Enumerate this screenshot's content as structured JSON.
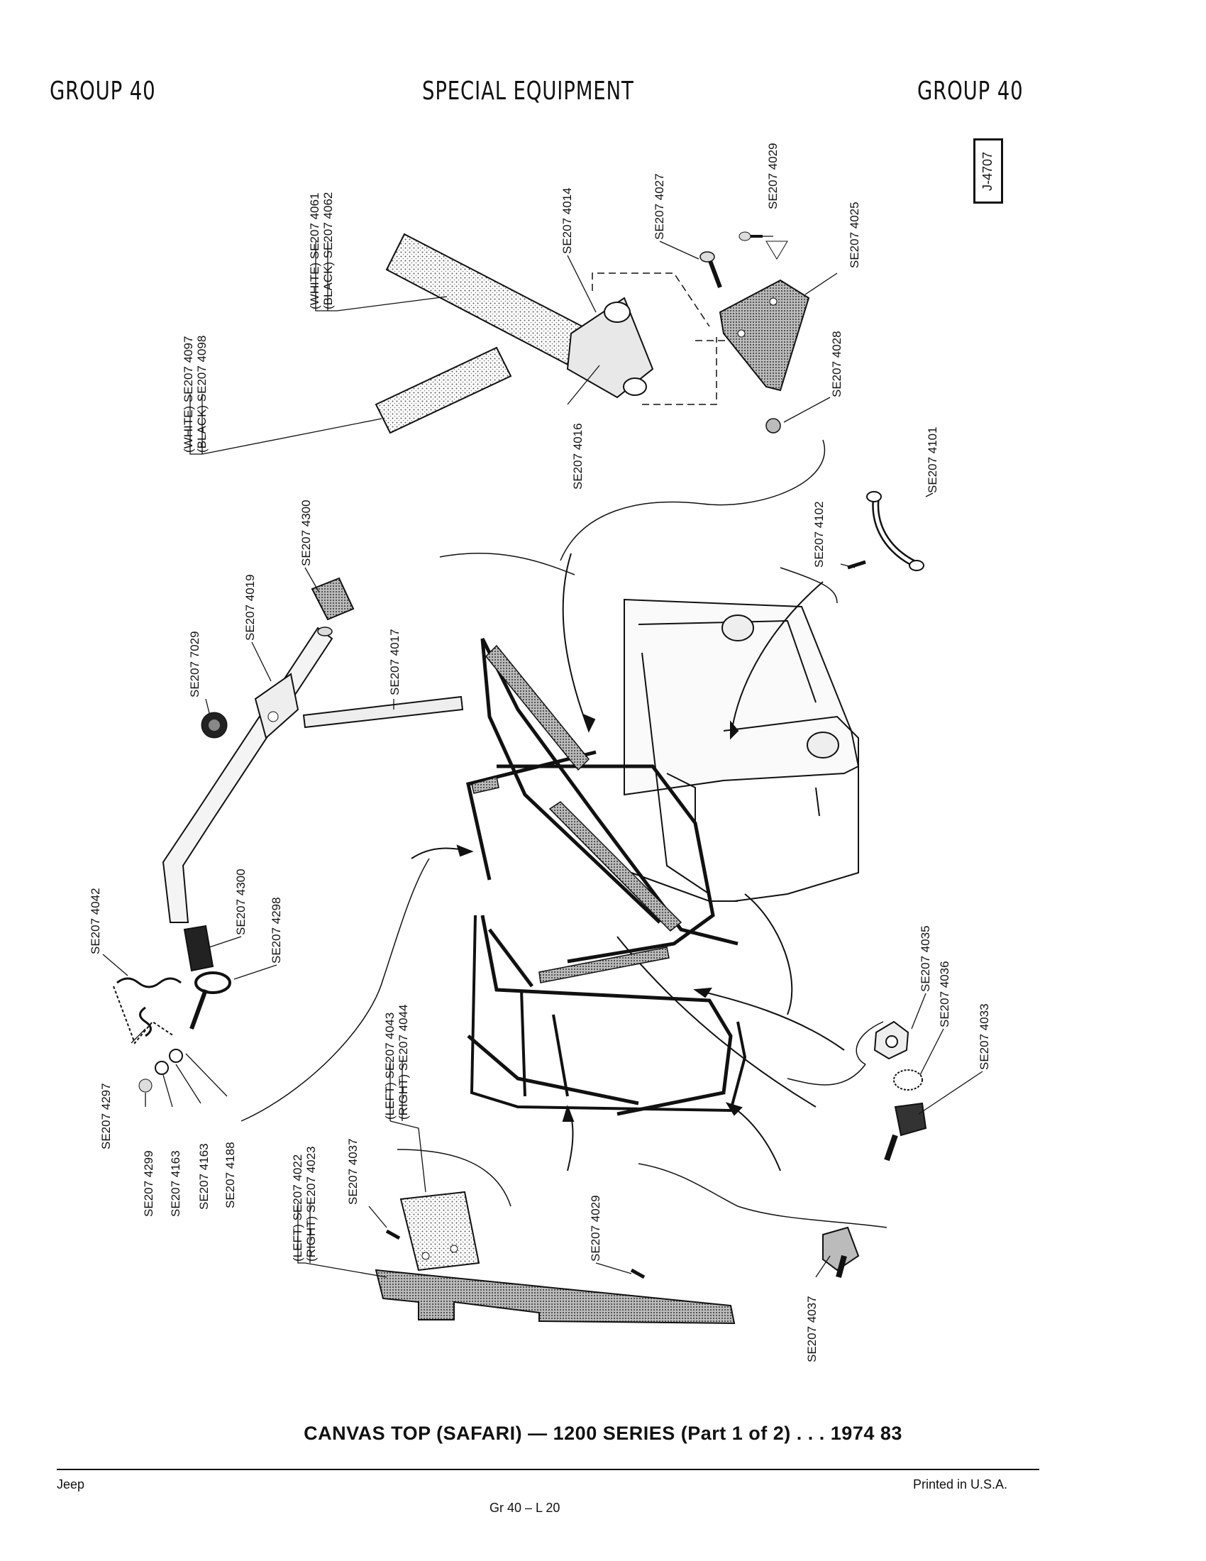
{
  "header": {
    "left": "GROUP 40",
    "center": "SPECIAL EQUIPMENT",
    "right": "GROUP 40"
  },
  "figure_number": "J-4707",
  "callouts": [
    {
      "id": "c1",
      "text": "(WHITE) SE207 4097"
    },
    {
      "id": "c2",
      "text": "(BLACK) SE207 4098"
    },
    {
      "id": "c3",
      "text": "(WHITE) SE207 4061"
    },
    {
      "id": "c4",
      "text": "(BLACK) SE207 4062"
    },
    {
      "id": "c5",
      "text": "SE207 4014"
    },
    {
      "id": "c6",
      "text": "SE207 4027"
    },
    {
      "id": "c7",
      "text": "SE207 4029"
    },
    {
      "id": "c8",
      "text": "SE207 4025"
    },
    {
      "id": "c9",
      "text": "SE207 4028"
    },
    {
      "id": "c10",
      "text": "SE207 4016"
    },
    {
      "id": "c11",
      "text": "SE207 4101"
    },
    {
      "id": "c12",
      "text": "SE207 4102"
    },
    {
      "id": "c13",
      "text": "SE207 4300"
    },
    {
      "id": "c14",
      "text": "SE207 4019"
    },
    {
      "id": "c15",
      "text": "SE207 7029"
    },
    {
      "id": "c16",
      "text": "SE207 4017"
    },
    {
      "id": "c17",
      "text": "SE207 4042"
    },
    {
      "id": "c18",
      "text": "SE207 4300"
    },
    {
      "id": "c19",
      "text": "SE207 4298"
    },
    {
      "id": "c20",
      "text": "SE207 4297"
    },
    {
      "id": "c21",
      "text": "SE207 4299"
    },
    {
      "id": "c22",
      "text": "SE207 4163"
    },
    {
      "id": "c23",
      "text": "SE207 4163"
    },
    {
      "id": "c24",
      "text": "SE207 4188"
    },
    {
      "id": "c25",
      "text": "SE207 4035"
    },
    {
      "id": "c26",
      "text": "SE207 4036"
    },
    {
      "id": "c27",
      "text": "SE207 4033"
    },
    {
      "id": "c28",
      "text": "(LEFT) SE207 4043"
    },
    {
      "id": "c29",
      "text": "(RIGHT) SE207 4044"
    },
    {
      "id": "c30",
      "text": "(LEFT) SE207 4022"
    },
    {
      "id": "c31",
      "text": "(RIGHT) SE207 4023"
    },
    {
      "id": "c32",
      "text": "SE207 4037"
    },
    {
      "id": "c33",
      "text": "SE207 4029"
    },
    {
      "id": "c34",
      "text": "SE207 4037"
    }
  ],
  "caption": "CANVAS TOP (SAFARI) — 1200 SERIES (Part 1 of 2) . . . 1974 83",
  "footer": {
    "left": "Jeep",
    "center": "Gr 40 – L 20",
    "right": "Printed in U.S.A."
  }
}
